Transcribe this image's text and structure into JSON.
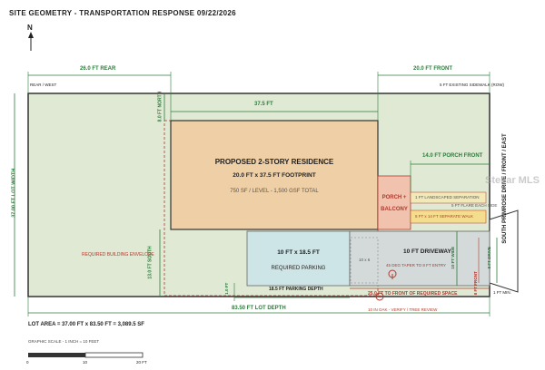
{
  "header": {
    "title": "SITE GEOMETRY - TRANSPORTATION RESPONSE 09/22/2026"
  },
  "north": {
    "label": "N"
  },
  "dims": {
    "rear": "26.0 FT REAR",
    "front": "20.0 FT FRONT",
    "lot_width": "37.00 FT LOT WIDTH",
    "footprint_width": "37.5 FT",
    "north_setback": "8.0 FT NORTH",
    "south_setback": "13.0 FT SOUTH",
    "porch_front": "14.0 FT PORCH FRONT",
    "lot_depth": "83.50 FT LOT DEPTH",
    "parking_depth": "18.5 FT PARKING DEPTH",
    "setback_small": "1.0 FT",
    "front_of_space": "25.0 FT TO FRONT OF REQUIRED SPACE",
    "driveway_width": "10 FT WIDE",
    "drive_side": "8 FT DRIVE",
    "ft_front": "8 FT FRONT",
    "ft_min": "1 FT MIN."
  },
  "labels": {
    "rear_west": "REAR / WEST",
    "existing_sidewalk": "5 FT EXISTING SIDEWALK (ROW)",
    "street": "SOUTH PRIMROSE DRIVE / FRONT / EAST",
    "building_envelope": "REQUIRED BUILDING ENVELOPE",
    "landscaped_separation": "1 FT LANDSCAPED SEPARATION",
    "flare": "5 FT FLARE EACH SIDE",
    "separate_walk": "5 FT x 14 FT SEPARATE WALK",
    "oak_tree": "10 IN OAK - VERIFY / TREE REVIEW",
    "small_area": "10 x 6"
  },
  "residence": {
    "title": "PROPOSED 2-STORY RESIDENCE",
    "footprint": "20.0 FT x 37.5 FT FOOTPRINT",
    "area": "750 SF / LEVEL - 1,500 GSF TOTAL"
  },
  "porch": {
    "label": "PORCH + BALCONY"
  },
  "parking": {
    "size": "10 FT x 18.5 FT",
    "label": "REQUIRED PARKING"
  },
  "driveway": {
    "label": "10 FT DRIVEWAY",
    "taper": "45 DEG TAPER TO 8 FT ENTRY"
  },
  "footer": {
    "lot_area": "LOT AREA = 37.00 FT x 83.50 FT = 3,089.5 SF",
    "graphic_scale": "GRAPHIC SCALE - 1 INCH = 10 FEET",
    "scale_ticks": [
      "0",
      "10",
      "20 FT"
    ]
  },
  "watermark": "Stellar MLS",
  "colors": {
    "lot": "#dfe9d4",
    "residence": "#efcfa5",
    "porch": "#f1c2ae",
    "parking": "#cde5e6",
    "driveway": "#d4d9d9",
    "walk": "#f4dd8c",
    "dim": "#2b7d3a",
    "setback": "#b03a2e"
  }
}
